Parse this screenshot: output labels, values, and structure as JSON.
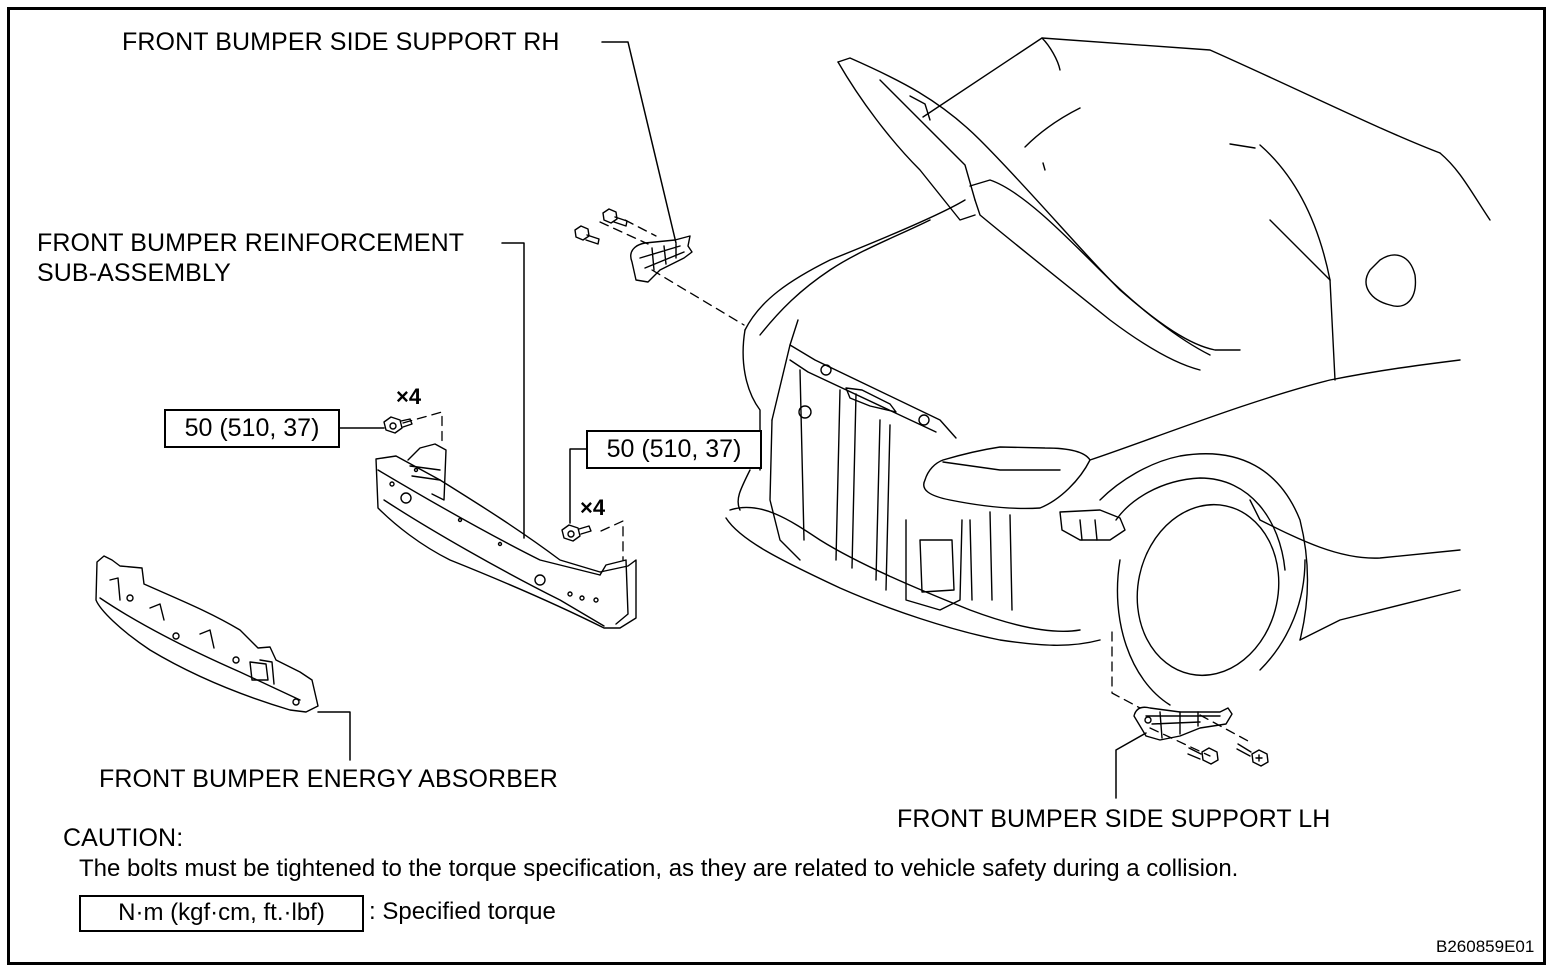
{
  "diagram": {
    "type": "exploded-parts-view",
    "subject": "Front bumper reinforcement components",
    "labels": {
      "side_support_rh": "FRONT BUMPER SIDE SUPPORT RH",
      "reinforcement_line1": "FRONT BUMPER REINFORCEMENT",
      "reinforcement_line2": "SUB-ASSEMBLY",
      "energy_absorber": "FRONT BUMPER ENERGY ABSORBER",
      "side_support_lh": "FRONT BUMPER SIDE SUPPORT LH"
    },
    "torque_specs": [
      {
        "value": "50 (510, 37)",
        "quantity": "×4",
        "location": "left reinforcement bolts"
      },
      {
        "value": "50 (510, 37)",
        "quantity": "×4",
        "location": "right reinforcement bolts"
      }
    ],
    "caution": {
      "heading": "CAUTION:",
      "text": "The bolts must be tightened to the torque specification, as they are related to vehicle safety during a collision."
    },
    "legend": {
      "unit_box": "N·m (kgf·cm, ft.·lbf)",
      "description": ": Specified torque"
    },
    "figure_code": "B260859E01"
  }
}
